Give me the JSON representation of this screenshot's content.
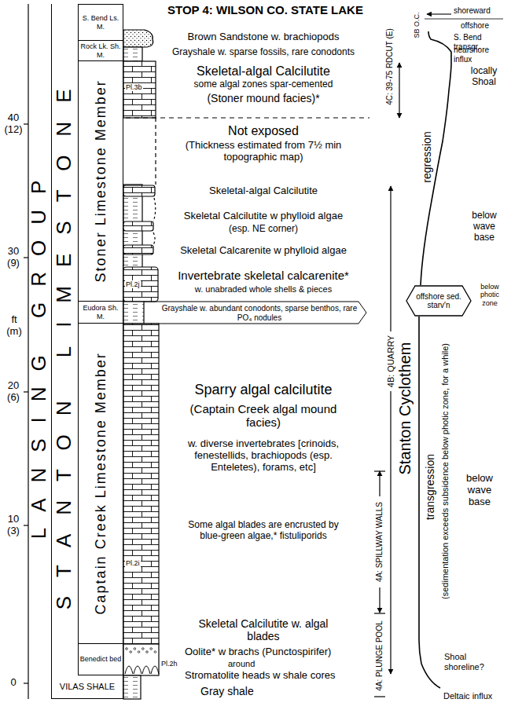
{
  "diagram": {
    "title": "STOP 4: WILSON CO. STATE LAKE",
    "nodes": [
      {
        "text": [
          "LANSING GROUP"
        ]
      },
      {
        "text": [
          "STANTON LIMESTONE"
        ]
      },
      {
        "text": [
          "S. Bend Ls. M."
        ]
      },
      {
        "text": [
          "Rock Lk. Sh. M."
        ]
      },
      {
        "text": [
          "Stoner Limestone Member"
        ]
      },
      {
        "text": [
          "Eudora Sh. M."
        ]
      },
      {
        "text": [
          "Captain Creek Limestone Member"
        ]
      },
      {
        "text": [
          "Benedict bed"
        ]
      },
      {
        "text": [
          "VILAS SHALE"
        ]
      },
      {
        "text": [
          "offshore sed. starv'n"
        ]
      }
    ],
    "labels": [
      "0",
      "10 (3)",
      "20 (6)",
      "30 (9)",
      "40 (12)",
      "ft (m)",
      "Brown Sandstone w. brachiopods",
      "Grayshale w. sparse fossils, rare conodonts",
      "Skeletal-algal Calcilutite",
      "some algal zones spar-cemented",
      "(Stoner mound facies)*",
      "Pl.3b",
      "Not exposed",
      "(Thickness estimated from 7½ min topographic map)",
      "Skeletal-algal Calcilutite",
      "Skeletal Calcilutite w phylloid algae",
      "(esp. NE corner)",
      "Skeletal Calcarenite w phylloid algae",
      "Pl.2j",
      "Invertebrate skeletal calcarenite*",
      "w. unabraded whole shells & pieces",
      "Grayshale w. abundant conodonts, sparse benthos, rare PO₄ nodules",
      "Sparry algal calcilutite",
      "(Captain Creek algal mound facies)",
      "w. diverse invertebrates [crinoids, fenestellids, brachiopods (esp. Enteletes), forams, etc]",
      "Some algal blades are encrusted by blue-green algae,* fistuliporids",
      "Pl.2i",
      "Skeletal Calcilutite w. algal blades",
      "Pl.2h",
      "Oolite* w brachs (Punctospirifer)",
      "around",
      "Stromatolite heads w shale cores",
      "Gray shale",
      "4C: 39-75 RDCUT (E)",
      "4B: QUARRY",
      "4A: SPILLWAY WALLS",
      "4A: PLUNGE POOL",
      "Stanton Cyclothem",
      "transgression",
      "(sedimentation exceeds subsidence below photic zone, for a while)",
      "regression",
      "below wave base",
      "Shoal shoreline?",
      "Deltaic influx",
      "below photic zone",
      "below wave base",
      "locally Shoal",
      "nearshore influx",
      "S. Bend transgr.",
      "offshore",
      "shoreward",
      "SB O.C."
    ]
  }
}
